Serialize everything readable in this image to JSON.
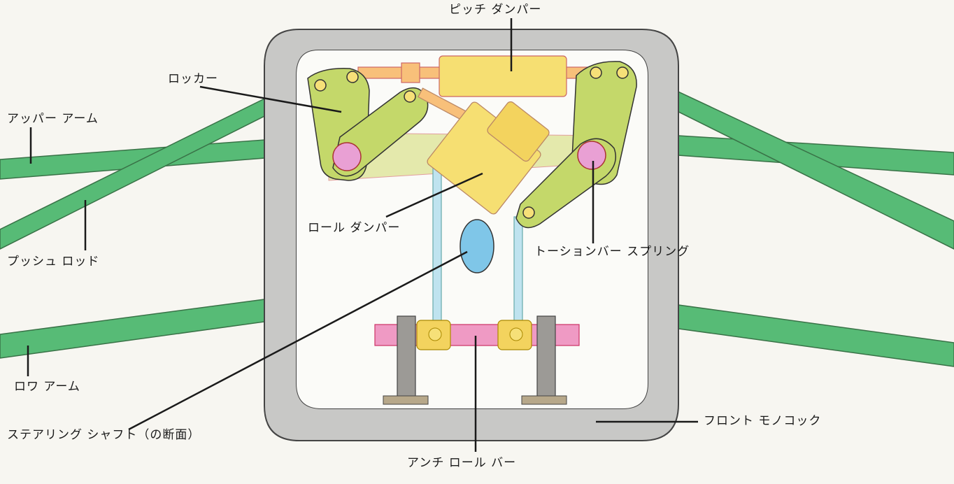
{
  "labels": {
    "pitch_damper": "ピッチ ダンパー",
    "rocker": "ロッカー",
    "upper_arm": "アッパー アーム",
    "push_rod": "プッシュ ロッド",
    "roll_damper": "ロール ダンパー",
    "torsion_bar_spring": "トーションバー スプリング",
    "lower_arm": "ロワ アーム",
    "steering_shaft": "ステアリング シャフト（の断面）",
    "front_monocoque": "フロント モノコック",
    "anti_roll_bar": "アンチ ロール バー"
  },
  "colors": {
    "background": "#f7f6f1",
    "monocoque": "#c8c8c6",
    "suspension_arm": "#4fb870",
    "rocker": "#c4d86a",
    "damper": "#f6df72",
    "spring": "#e9a0d4",
    "steering_shaft": "#7fc6e8",
    "anti_roll_bar": "#ef9ac4",
    "pushrod_link": "#bfe3ef",
    "outline": "#333333"
  }
}
